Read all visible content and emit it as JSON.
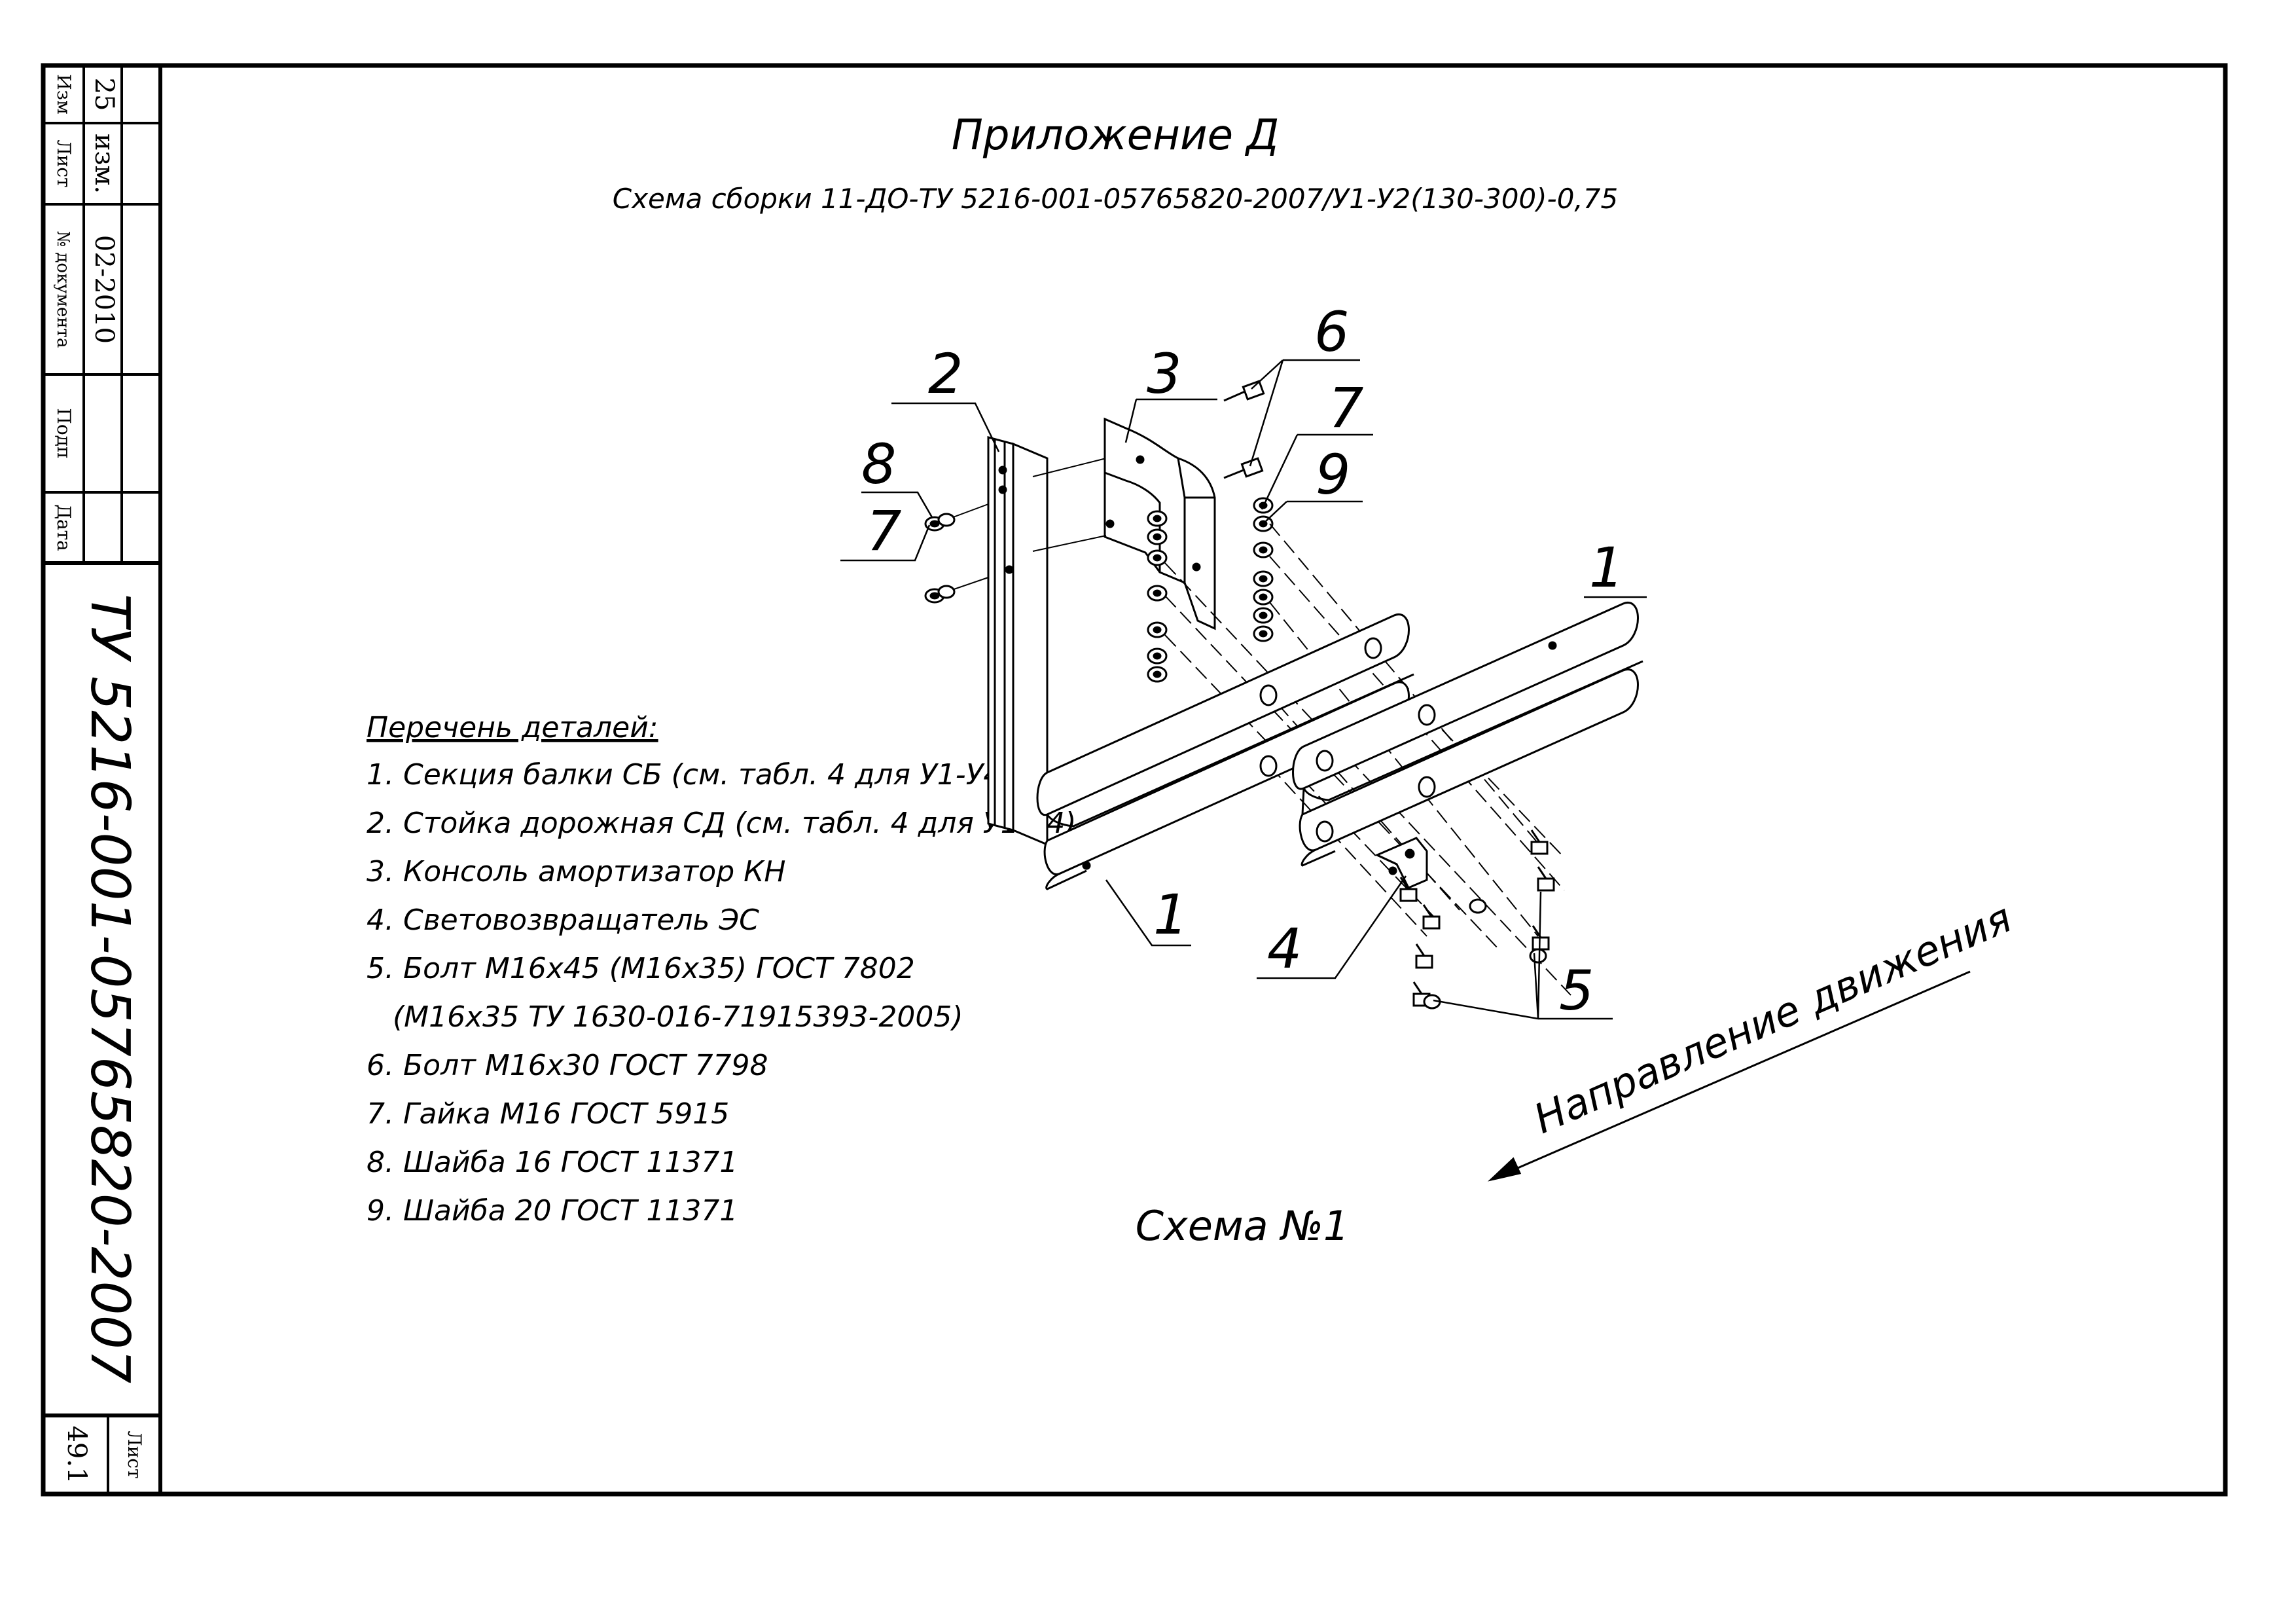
{
  "title_block": {
    "rev_number": "25",
    "change_code": "изм.",
    "doc_number": "02-2010",
    "headers": {
      "rev": "Изм",
      "sheet": "Лист",
      "doc": "№ документа",
      "signature": "Подп",
      "date": "Дата"
    },
    "designation": "ТУ 5216-001-05765820-2007",
    "sheet_label": "Лист",
    "sheet_number": "49.1"
  },
  "header": {
    "appendix": "Приложение Д",
    "subtitle": "Схема сборки 11-ДО-ТУ 5216-001-05765820-2007/У1-У2(130-300)-0,75"
  },
  "parts_list": {
    "heading": "Перечень деталей:",
    "items": [
      "1. Секция балки СБ (см. табл. 4 для У1-У4)",
      "2. Стойка дорожная СД (см. табл. 4 для У1-У4)",
      "3. Консоль амортизатор КН",
      "4. Световозвращатель ЭС",
      "5. Болт М16х45 (М16х35) ГОСТ 7802",
      "(М16х35 ТУ 1630-016-71915393-2005)",
      "6. Болт М16х30 ГОСТ 7798",
      "7. Гайка М16 ГОСТ 5915",
      "8. Шайба 16 ГОСТ 11371",
      "9. Шайба 20 ГОСТ 11371"
    ]
  },
  "callouts": {
    "c2": "2",
    "c3": "3",
    "c6": "6",
    "c7a": "7",
    "c9": "9",
    "c8": "8",
    "c7b": "7",
    "c1a": "1",
    "c1b": "1",
    "c4": "4",
    "c5": "5"
  },
  "direction_label": "Направление движения",
  "scheme_label": "Схема №1"
}
